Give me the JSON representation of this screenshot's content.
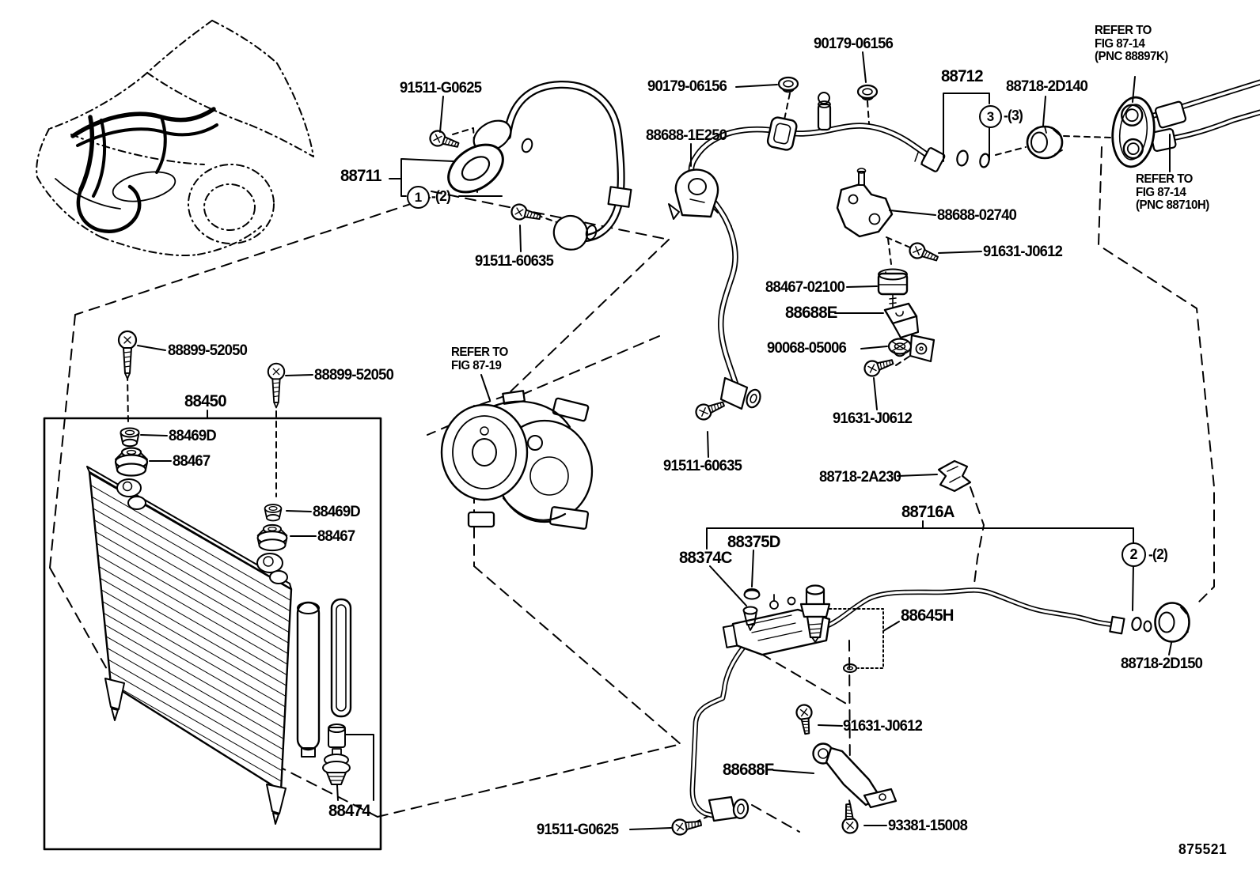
{
  "figure_code": "875521",
  "labels": [
    "91511-G0625",
    "88711",
    "91511-60635",
    "90179-06156",
    "90179-06156",
    "88688-1E250",
    "88712",
    "88718-2D140",
    "88688-02740",
    "91631-J0612",
    "88467-02100",
    "88688E",
    "90068-05006",
    "91631-J0612",
    "88899-52050",
    "88899-52050",
    "88450",
    "88469D",
    "88467",
    "88469D",
    "88467",
    "91511-60635",
    "88718-2A230",
    "88716A",
    "88375D",
    "88374C",
    "88645H",
    "88718-2D150",
    "91631-J0612",
    "88688F",
    "91511-G0625",
    "93381-15008",
    "88474"
  ],
  "callouts": [
    {
      "number": "1",
      "qty": "-(2)"
    },
    {
      "number": "2",
      "qty": "-(2)"
    },
    {
      "number": "3",
      "qty": "-(3)"
    }
  ],
  "references": [
    {
      "lines": [
        "REFER TO",
        "FIG 87-14",
        "(PNC 88897K)"
      ]
    },
    {
      "lines": [
        "REFER TO",
        "FIG 87-14",
        "(PNC 88710H)"
      ]
    },
    {
      "lines": [
        "REFER TO",
        "FIG 87-19"
      ]
    }
  ],
  "colors": {
    "ink": "#000000",
    "paper": "#ffffff"
  }
}
